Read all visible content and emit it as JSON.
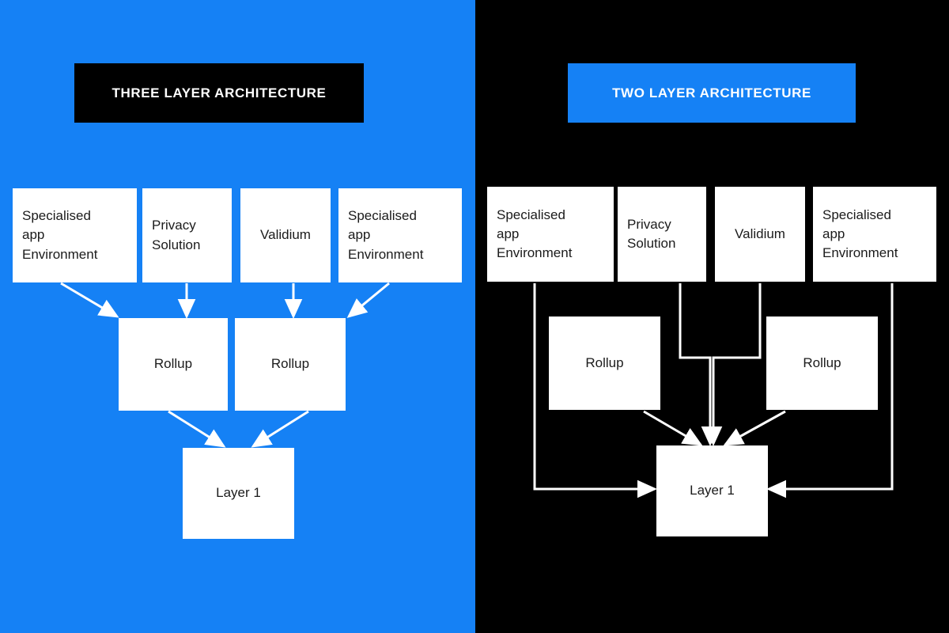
{
  "colors": {
    "brand_blue": "#1581f5",
    "black": "#000000",
    "white": "#ffffff",
    "node_text": "#1b1b1b"
  },
  "panels": {
    "left": {
      "title": "THREE LAYER ARCHITECTURE",
      "background": "#1581f5",
      "banner_background": "#000000",
      "banner_text_color": "#ffffff",
      "top_row": [
        {
          "label": "Specialised\napp\nEnvironment"
        },
        {
          "label": "Privacy\nSolution"
        },
        {
          "label": "Validium"
        },
        {
          "label": "Specialised\napp\nEnvironment"
        }
      ],
      "middle_row": [
        {
          "label": "Rollup"
        },
        {
          "label": "Rollup"
        }
      ],
      "base": {
        "label": "Layer 1"
      }
    },
    "right": {
      "title": "TWO LAYER ARCHITECTURE",
      "background": "#000000",
      "banner_background": "#1581f5",
      "banner_text_color": "#ffffff",
      "top_row": [
        {
          "label": "Specialised\napp\nEnvironment"
        },
        {
          "label": "Privacy\nSolution"
        },
        {
          "label": "Validium"
        },
        {
          "label": "Specialised\napp\nEnvironment"
        }
      ],
      "middle_row": [
        {
          "label": "Rollup"
        },
        {
          "label": "Rollup"
        }
      ],
      "base": {
        "label": "Layer 1"
      }
    }
  },
  "chart_data": {
    "type": "diagram",
    "title": "Three Layer vs Two Layer Architecture",
    "diagrams": [
      {
        "name": "THREE LAYER ARCHITECTURE",
        "layers": 3,
        "nodes": [
          {
            "id": "L3a",
            "label": "Specialised app Environment",
            "layer": 3
          },
          {
            "id": "L3b",
            "label": "Privacy Solution",
            "layer": 3
          },
          {
            "id": "L3c",
            "label": "Validium",
            "layer": 3
          },
          {
            "id": "L3d",
            "label": "Specialised app Environment",
            "layer": 3
          },
          {
            "id": "L2a",
            "label": "Rollup",
            "layer": 2
          },
          {
            "id": "L2b",
            "label": "Rollup",
            "layer": 2
          },
          {
            "id": "L1",
            "label": "Layer 1",
            "layer": 1
          }
        ],
        "edges": [
          {
            "from": "L3a",
            "to": "L2a"
          },
          {
            "from": "L3b",
            "to": "L2a"
          },
          {
            "from": "L3c",
            "to": "L2b"
          },
          {
            "from": "L3d",
            "to": "L2b"
          },
          {
            "from": "L2a",
            "to": "L1"
          },
          {
            "from": "L2b",
            "to": "L1"
          }
        ]
      },
      {
        "name": "TWO LAYER ARCHITECTURE",
        "layers": 2,
        "nodes": [
          {
            "id": "R2a",
            "label": "Specialised app Environment",
            "layer": 2
          },
          {
            "id": "R2b",
            "label": "Privacy Solution",
            "layer": 2
          },
          {
            "id": "R2c",
            "label": "Validium",
            "layer": 2
          },
          {
            "id": "R2d",
            "label": "Specialised app Environment",
            "layer": 2
          },
          {
            "id": "R2e",
            "label": "Rollup",
            "layer": 2
          },
          {
            "id": "R2f",
            "label": "Rollup",
            "layer": 2
          },
          {
            "id": "R1",
            "label": "Layer 1",
            "layer": 1
          }
        ],
        "edges": [
          {
            "from": "R2a",
            "to": "R1"
          },
          {
            "from": "R2b",
            "to": "R1"
          },
          {
            "from": "R2c",
            "to": "R1"
          },
          {
            "from": "R2d",
            "to": "R1"
          },
          {
            "from": "R2e",
            "to": "R1"
          },
          {
            "from": "R2f",
            "to": "R1"
          }
        ]
      }
    ]
  }
}
